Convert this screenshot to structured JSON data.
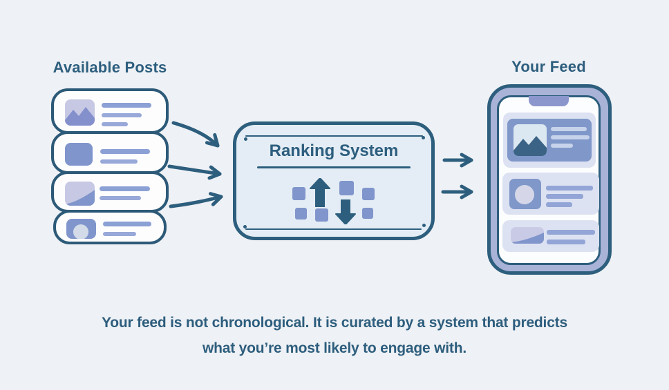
{
  "titles": {
    "available_posts": "Available Posts",
    "ranking_system": "Ranking System",
    "your_feed": "Your Feed"
  },
  "caption": {
    "line1": "Your feed is not chronological. It is curated by a system that predicts",
    "line2": "what you’re most likely to engage with."
  },
  "diagram": {
    "left": {
      "title": "Available Posts",
      "cards": [
        {
          "thumbnail": "mountain-photo-icon",
          "text_lines": 3
        },
        {
          "thumbnail": "solid-block-icon",
          "text_lines": 2
        },
        {
          "thumbnail": "hill-photo-icon",
          "text_lines": 2
        },
        {
          "thumbnail": "circle-photo-icon",
          "text_lines": 2
        }
      ]
    },
    "center": {
      "title": "Ranking System",
      "icon": "sort-rank-icon",
      "icon_parts": [
        "up-arrow-icon",
        "down-arrow-icon",
        "rank-squares"
      ]
    },
    "right": {
      "title": "Your Feed",
      "device": "smartphone",
      "feed_cards": [
        {
          "thumbnail": "mountain-photo-icon",
          "text_lines": 3,
          "style": "highlighted-blue"
        },
        {
          "thumbnail": "circle-photo-icon",
          "text_lines": 3,
          "style": "light"
        },
        {
          "thumbnail": "hill-photo-icon",
          "text_lines": 2,
          "style": "light"
        }
      ]
    },
    "arrows": {
      "into_ranking_count": 3,
      "out_of_ranking_count": 2
    }
  },
  "colors": {
    "background": "#eef1f5",
    "ink_dark_teal": "#2d5e7d",
    "accent_blue": "#8095cb",
    "lavender_light": "#c7c9e4",
    "phone_frame": "#a9b3d8",
    "feed_card_bg": "#dde2f2",
    "ranking_box_fill": "#e4edf5",
    "thumb_light": "#dce8f1",
    "mountain_dark": "#3b6385"
  }
}
